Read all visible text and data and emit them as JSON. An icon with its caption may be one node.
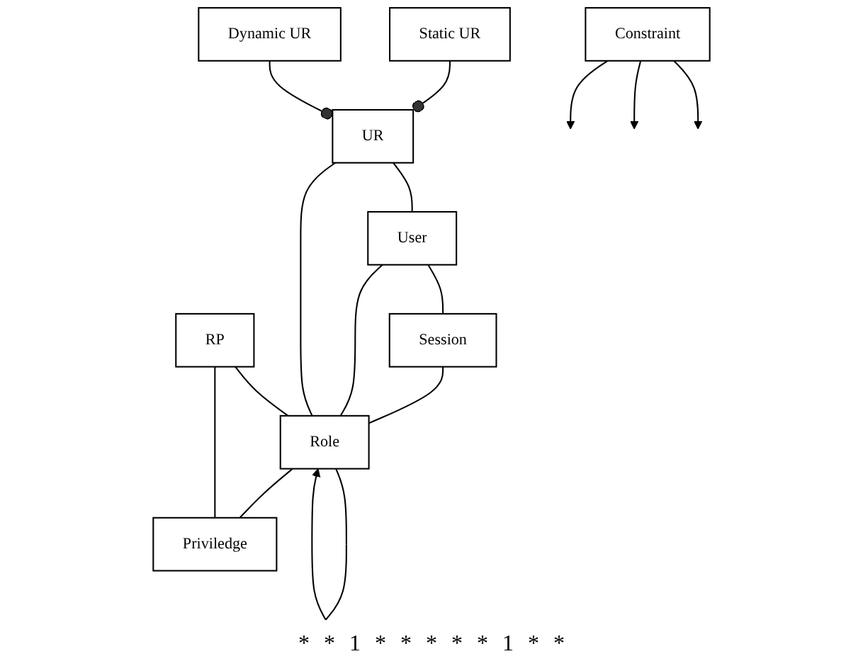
{
  "diagram": {
    "nodes": [
      {
        "text": [
          "Session"
        ]
      },
      {
        "text": [
          "User"
        ]
      },
      {
        "text": [
          "Role"
        ]
      },
      {
        "text": [
          "Priviledge"
        ]
      },
      {
        "text": [
          "UR"
        ]
      },
      {
        "text": [
          "RP"
        ]
      },
      {
        "text": [
          "Static UR"
        ]
      },
      {
        "text": [
          "Dynamic UR"
        ]
      },
      {
        "text": [
          "Constraint"
        ]
      }
    ],
    "edges": [
      {
        "from": 1,
        "to": 0,
        "arrow": "none"
      },
      {
        "from": 0,
        "to": 2,
        "arrow": "none"
      },
      {
        "from": 2,
        "to": 2,
        "arrow": "to"
      },
      {
        "from": 1,
        "to": 2,
        "arrow": "none"
      },
      {
        "from": 4,
        "to": 1,
        "arrow": "none"
      },
      {
        "from": 4,
        "to": 2,
        "arrow": "none"
      },
      {
        "from": 2,
        "to": 3,
        "arrow": "none"
      },
      {
        "from": 5,
        "to": 2,
        "arrow": "none"
      },
      {
        "from": 5,
        "to": 3,
        "arrow": "none"
      },
      {
        "from": 6,
        "to": 4,
        "arrow": "other"
      },
      {
        "from": 7,
        "to": 4,
        "arrow": "other"
      },
      {
        "from": 8,
        "to": null,
        "arrow": "to"
      },
      {
        "from": 8,
        "to": null,
        "arrow": "to"
      },
      {
        "from": 8,
        "to": null,
        "arrow": "to"
      }
    ],
    "labels": [
      "*",
      "*",
      "1",
      "*",
      "*",
      "*",
      "*",
      "*",
      "1",
      "*",
      "*"
    ]
  }
}
